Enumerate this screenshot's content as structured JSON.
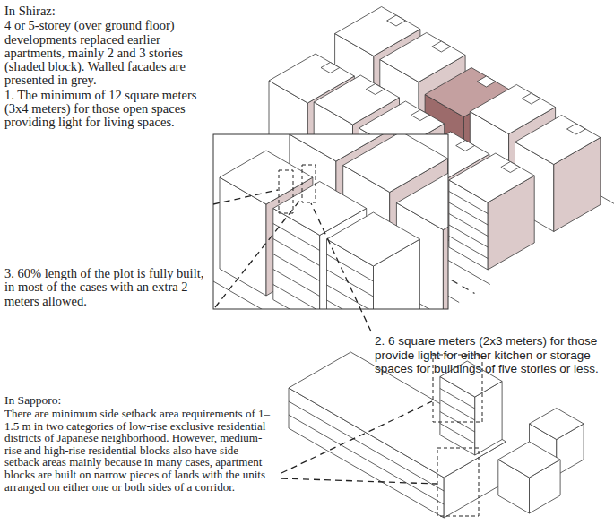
{
  "diagram": {
    "labels": [
      "In Shiraz:",
      "4 or 5-storey (over ground floor) developments replaced earlier apartments, mainly 2 and 3 stories (shaded block). Walled facades are presented in grey.",
      "1. The minimum of 12 square meters (3x4 meters) for those open spaces providing light for living spaces.",
      "3. 60% length of the plot is fully built, in most of the cases with an extra 2 meters allowed.",
      "2. 6 square meters (2x3 meters) for those provide light for either kitchen or storage spaces for buildings of five stories or less.",
      "In Sapporo:",
      "There are minimum side setback area requirements of 1–1.5 m in two categories of low-rise exclusive residential districts of Japanese neighborhood. However, medium-rise and high-rise residential blocks also have side setback areas mainly because in many cases, apartment blocks are built on narrow pieces of lands with the units arranged on either one or both sides of a corridor."
    ]
  }
}
